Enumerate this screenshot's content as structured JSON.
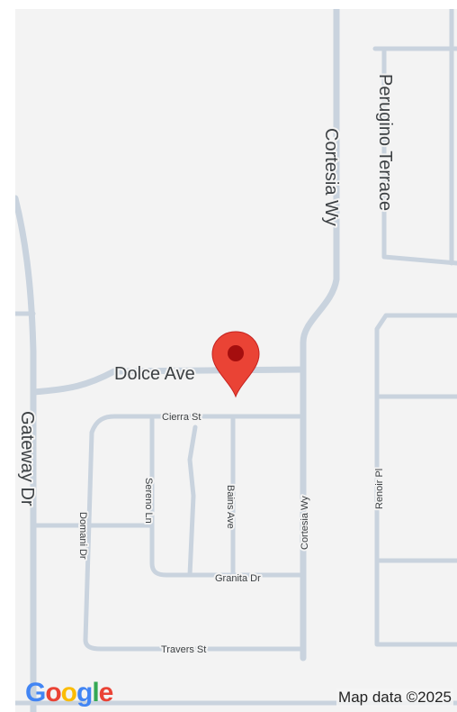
{
  "map": {
    "streets": {
      "cortesia_wy_major": "Cortesia Wy",
      "perugino_terrace": "Perugino Terrace",
      "dolce_ave": "Dolce Ave",
      "gateway_dr": "Gateway Dr",
      "cierra_st": "Cierra St",
      "sereno_ln": "Sereno Ln",
      "bains_ave": "Bains Ave",
      "cortesia_wy_minor": "Cortesia Wy",
      "renoir_pl": "Renoir Pl",
      "domani_dr": "Domani Dr",
      "granita_dr": "Granita Dr",
      "travers_st": "Travers St"
    },
    "marker": {
      "icon": "map-pin-icon",
      "color": "#ea4335"
    },
    "colors": {
      "background": "#f3f3f3",
      "road": "#c9d3de",
      "label": "#3c4043"
    }
  },
  "logo": {
    "letters": [
      {
        "char": "G",
        "color": "#4285F4"
      },
      {
        "char": "o",
        "color": "#EA4335"
      },
      {
        "char": "o",
        "color": "#FBBC05"
      },
      {
        "char": "g",
        "color": "#4285F4"
      },
      {
        "char": "l",
        "color": "#34A853"
      },
      {
        "char": "e",
        "color": "#EA4335"
      }
    ]
  },
  "attribution": "Map data ©2025"
}
